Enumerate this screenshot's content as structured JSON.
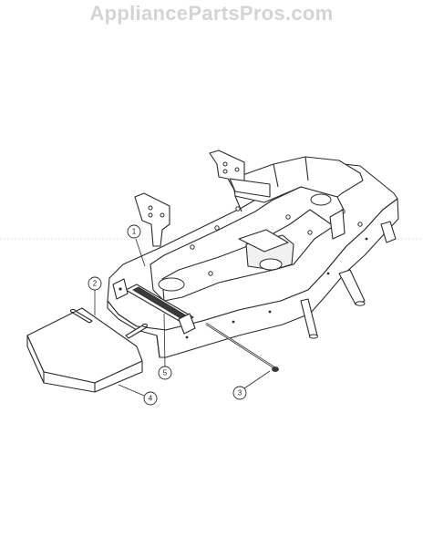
{
  "watermark": "AppliancePartsPros.com",
  "colors": {
    "background": "#ffffff",
    "line": "#2b2b2b",
    "watermark": "#d4d4d4"
  },
  "callouts": [
    {
      "id": "1",
      "label": "1"
    },
    {
      "id": "2",
      "label": "2"
    },
    {
      "id": "3",
      "label": "3"
    },
    {
      "id": "4",
      "label": "4"
    },
    {
      "id": "5",
      "label": "5"
    }
  ]
}
